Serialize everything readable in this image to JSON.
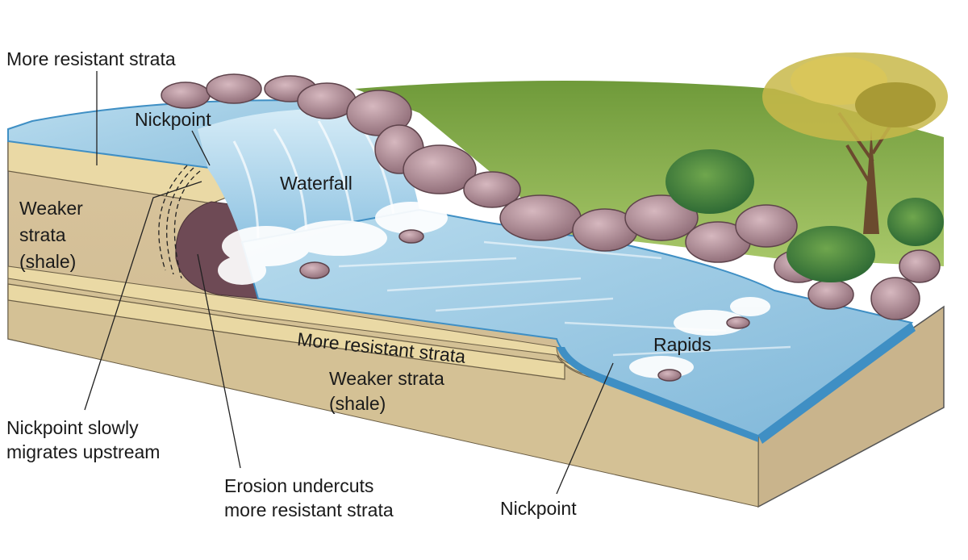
{
  "labels": {
    "top_resistant": "More resistant strata",
    "nickpoint_top": "Nickpoint",
    "waterfall": "Waterfall",
    "weaker_left_1": "Weaker",
    "weaker_left_2": "strata",
    "weaker_left_3": "(shale)",
    "middle_resistant": "More resistant strata",
    "weaker_mid_1": "Weaker strata",
    "weaker_mid_2": "(shale)",
    "rapids": "Rapids",
    "migrates_1": "Nickpoint slowly",
    "migrates_2": "migrates upstream",
    "erosion_1": "Erosion undercuts",
    "erosion_2": "more resistant strata",
    "nickpoint_bottom": "Nickpoint"
  },
  "colors": {
    "water": "#8cc3e0",
    "water_deep": "#3f8fc4",
    "rock": "#b58f98",
    "sand": "#e9d9a6",
    "shale": "#d9c8a0",
    "grass": "#8fb84e"
  }
}
